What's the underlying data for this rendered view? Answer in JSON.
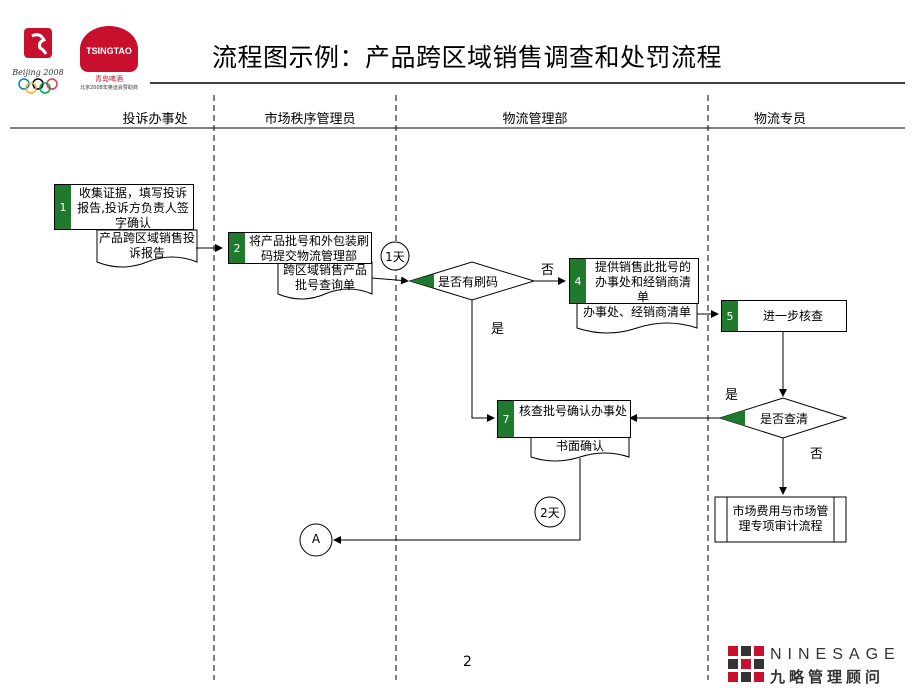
{
  "title": "流程图示例：产品跨区域销售调查和处罚流程",
  "logos": {
    "olympic_text": "Beijing 2008",
    "tsingtao_name": "TSINGTAO",
    "tsingtao_cn": "青岛啤酒",
    "tsingtao_sub": "北京2008年奥运会赞助商"
  },
  "lanes": [
    "投诉办事处",
    "市场秩序管理员",
    "物流管理部",
    "物流专员"
  ],
  "steps": [
    {
      "num": "1",
      "text": "收集证据，填写投诉报告,投诉方负责人签字确认"
    },
    {
      "num": "2",
      "text": "将产品批号和外包装刷码提交物流管理部"
    },
    {
      "num": "4",
      "text": "提供销售此批号的办事处和经销商清单"
    },
    {
      "num": "5",
      "text": "进一步核查"
    },
    {
      "num": "7",
      "text": "核查批号确认办事处"
    }
  ],
  "documents": {
    "d1": "产品跨区域销售投诉报告",
    "d2": "跨区域销售产品批号查询单",
    "d4": "办事处、经销商清单",
    "d7": "书面确认"
  },
  "decisions": {
    "q1": "是否有刷码",
    "q2": "是否查清"
  },
  "labels": {
    "no1": "否",
    "yes1": "是",
    "yes2": "是",
    "no2": "否"
  },
  "timers": {
    "t1": "1天",
    "t2": "2天"
  },
  "terminal": "市场费用与市场管理专项审计流程",
  "connector": "A",
  "page_number": "2",
  "footer": {
    "brand": "NINESAGE",
    "brand_cn": "九略管理顾问"
  }
}
